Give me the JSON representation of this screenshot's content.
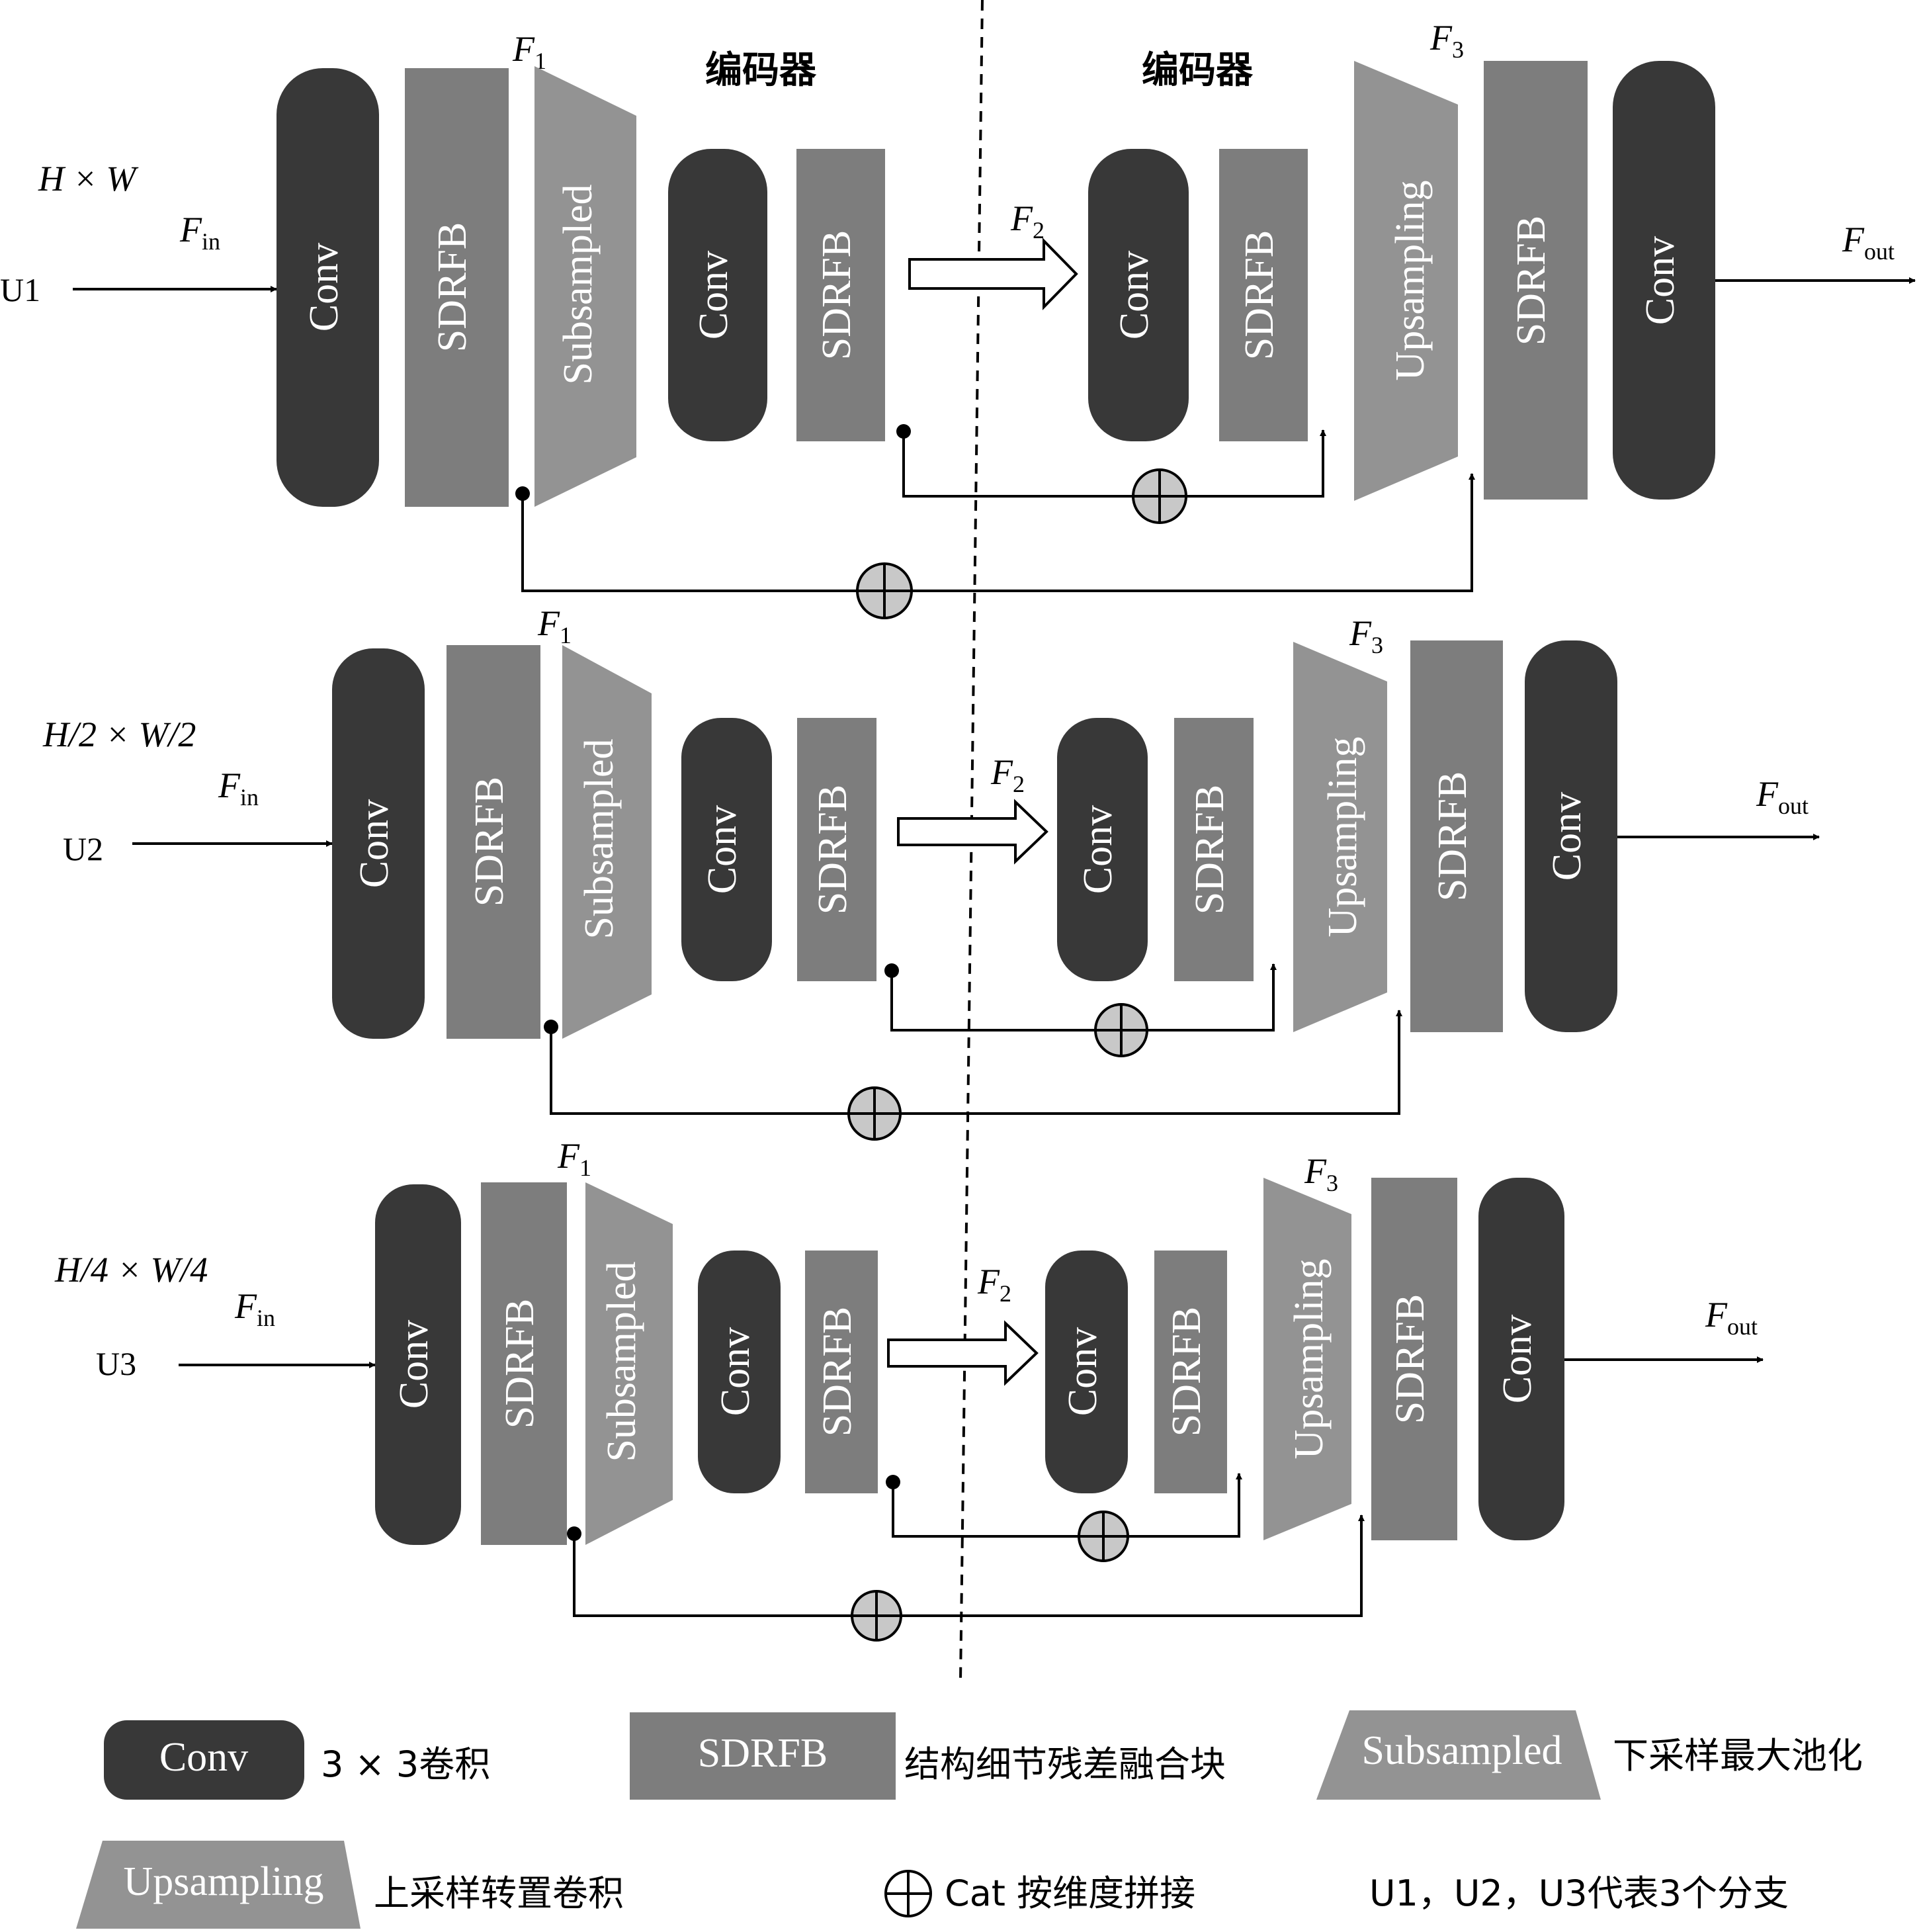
{
  "blocks": {
    "conv": "Conv",
    "sdrfb": "SDRFB",
    "subsampled": "Subsampled",
    "upsampling": "Upsampling"
  },
  "header": {
    "left_title": "编码器",
    "right_title": "编码器"
  },
  "feature_symbols": {
    "F": "F",
    "sub_1": "1",
    "sub_2": "2",
    "sub_3": "3",
    "sub_in": "in",
    "sub_out": "out"
  },
  "branches": [
    {
      "id": "U1",
      "size_label": "H × W"
    },
    {
      "id": "U2",
      "size_label": "H/2 × W/2"
    },
    {
      "id": "U3",
      "size_label": "H/4 × W/4"
    }
  ],
  "legend": {
    "conv_desc": "3 × 3卷积",
    "sdrfb_desc": "结构细节残差融合块",
    "subsampled_desc": "下采样最大池化",
    "upsampling_desc": "上采样转置卷积",
    "cat_desc": "Cat 按维度拼接",
    "branches_desc": "U1，U2，U3代表3个分支"
  },
  "colors": {
    "conv": "#383838",
    "sdrfb": "#7d7d7d",
    "subsampled": "#939393",
    "upsampling": "#939393",
    "cat_fill": "#c8c8c8",
    "line": "#000000"
  }
}
